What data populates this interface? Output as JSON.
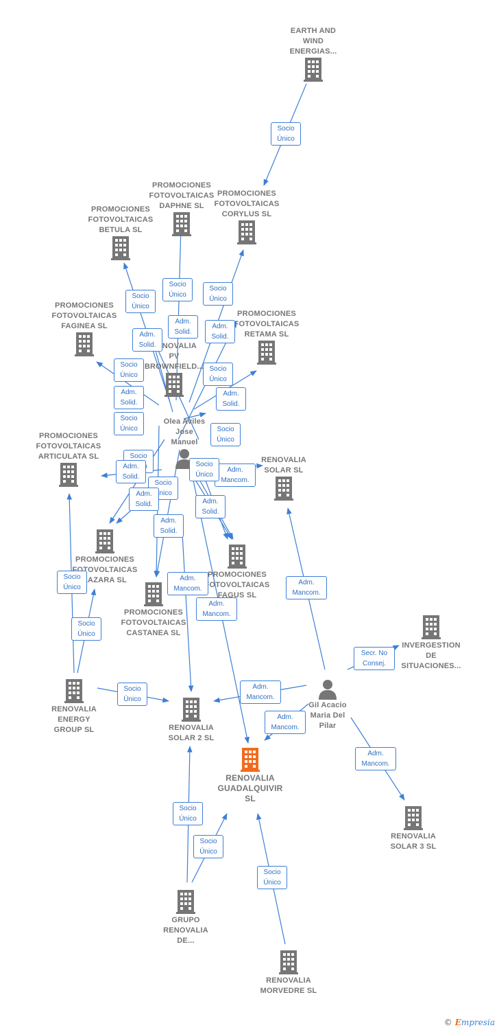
{
  "colors": {
    "edge": "#3c7fd6",
    "company": "#767676",
    "target": "#f26b1d",
    "person": "#767676"
  },
  "nodes": [
    {
      "id": "earth",
      "kind": "company",
      "label": [
        "EARTH AND",
        "WIND",
        "ENERGIAS..."
      ]
    },
    {
      "id": "daphne",
      "kind": "company",
      "label": [
        "PROMOCIONES",
        "FOTOVOLTAICAS",
        "DAPHNE SL"
      ]
    },
    {
      "id": "corylus",
      "kind": "company",
      "label": [
        "PROMOCIONES",
        "FOTOVOLTAICAS",
        "CORYLUS SL"
      ]
    },
    {
      "id": "betula",
      "kind": "company",
      "label": [
        "PROMOCIONES",
        "FOTOVOLTAICAS",
        "BETULA SL"
      ]
    },
    {
      "id": "faginea",
      "kind": "company",
      "label": [
        "PROMOCIONES",
        "FOTOVOLTAICAS",
        "FAGINEA SL"
      ]
    },
    {
      "id": "retama",
      "kind": "company",
      "label": [
        "PROMOCIONES",
        "FOTOVOLTAICAS",
        "RETAMA SL"
      ]
    },
    {
      "id": "brownfield",
      "kind": "company",
      "label": [
        "RENOVALIA",
        "PV",
        "BROWNFIELD..."
      ]
    },
    {
      "id": "articulata",
      "kind": "company",
      "label": [
        "PROMOCIONES",
        "FOTOVOLTAICAS",
        "ARTICULATA SL"
      ]
    },
    {
      "id": "olea",
      "kind": "person",
      "label": [
        "Olea Aviles",
        "Jose",
        "Manuel"
      ]
    },
    {
      "id": "solar",
      "kind": "company",
      "label": [
        "RENOVALIA",
        "SOLAR SL"
      ]
    },
    {
      "id": "lazara",
      "kind": "company",
      "label": [
        "PROMOCIONES",
        "FOTOVOLTAICAS",
        "LAZARA SL"
      ]
    },
    {
      "id": "fagus",
      "kind": "company",
      "label": [
        "PROMOCIONES",
        "FOTOVOLTAICAS",
        "FAGUS SL"
      ]
    },
    {
      "id": "castanea",
      "kind": "company",
      "label": [
        "PROMOCIONES",
        "FOTOVOLTAICAS",
        "CASTANEA SL"
      ]
    },
    {
      "id": "invergestion",
      "kind": "company",
      "label": [
        "INVERGESTION",
        "DE",
        "SITUACIONES..."
      ]
    },
    {
      "id": "energy",
      "kind": "company",
      "label": [
        "RENOVALIA",
        "ENERGY",
        "GROUP  SL"
      ]
    },
    {
      "id": "gil",
      "kind": "person",
      "label": [
        "Gil Acacio",
        "Maria Del",
        "Pilar"
      ]
    },
    {
      "id": "solar2",
      "kind": "company",
      "label": [
        "RENOVALIA",
        "SOLAR 2 SL"
      ]
    },
    {
      "id": "guadalquivir",
      "kind": "target",
      "label": [
        "RENOVALIA",
        "GUADALQUIVIR",
        "SL"
      ]
    },
    {
      "id": "solar3",
      "kind": "company",
      "label": [
        "RENOVALIA",
        "SOLAR 3 SL"
      ]
    },
    {
      "id": "grupo",
      "kind": "company",
      "label": [
        "GRUPO",
        "RENOVALIA",
        "DE..."
      ]
    },
    {
      "id": "morvedre",
      "kind": "company",
      "label": [
        "RENOVALIA",
        "MORVEDRE  SL"
      ]
    }
  ],
  "badges": [
    [
      "Socio",
      "Único"
    ],
    [
      "Socio",
      "Único"
    ],
    [
      "Socio",
      "Único"
    ],
    [
      "Socio",
      "Único"
    ],
    [
      "Adm.",
      "Solid."
    ],
    [
      "Adm.",
      "Solid."
    ],
    [
      "Adm.",
      "Solid."
    ],
    [
      "Socio",
      "Único"
    ],
    [
      "Socio",
      "Único"
    ],
    [
      "Adm.",
      "Solid."
    ],
    [
      "Adm.",
      "Solid."
    ],
    [
      "Socio",
      "Único"
    ],
    [
      "Socio",
      "Único"
    ],
    [
      "Socio",
      "Único"
    ],
    [
      "Adm.",
      "Solid."
    ],
    [
      "Socio",
      "Único"
    ],
    [
      "Adm.",
      "Mancom."
    ],
    [
      "Socio",
      "Único"
    ],
    [
      "Adm.",
      "Solid."
    ],
    [
      "Adm.",
      "Solid."
    ],
    [
      "Adm.",
      "Solid."
    ],
    [
      "Adm.",
      "Mancom."
    ],
    [
      "Adm.",
      "Mancom."
    ],
    [
      "Socio",
      "Único"
    ],
    [
      "Socio",
      "Único"
    ],
    [
      "Adm.",
      "Mancom."
    ],
    [
      "Secr.  No",
      "Consej."
    ],
    [
      "Socio",
      "Único"
    ],
    [
      "Adm.",
      "Mancom."
    ],
    [
      "Adm.",
      "Mancom."
    ],
    [
      "Adm.",
      "Mancom."
    ],
    [
      "Socio",
      "Único"
    ],
    [
      "Socio",
      "Único"
    ],
    [
      "Socio",
      "Único"
    ]
  ],
  "copyright": {
    "symbol": "©",
    "brand_initial": "E",
    "brand_rest": "mpresia"
  }
}
